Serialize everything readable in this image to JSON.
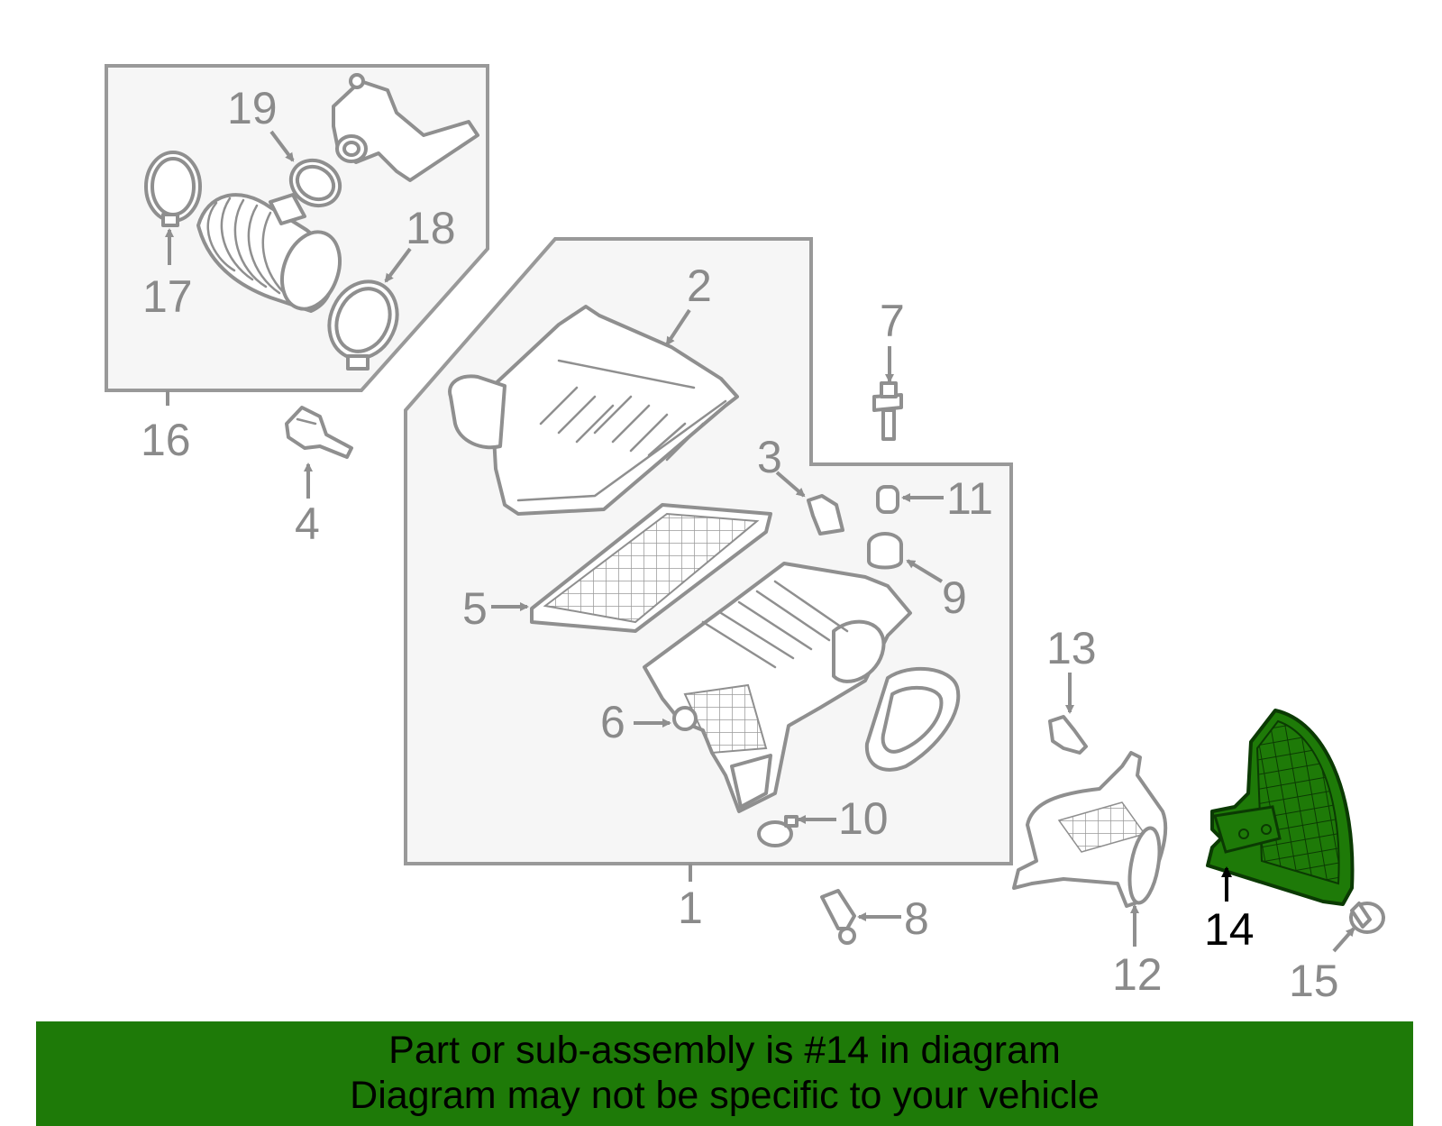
{
  "callouts": {
    "n1": "1",
    "n2": "2",
    "n3": "3",
    "n4": "4",
    "n5": "5",
    "n6": "6",
    "n7": "7",
    "n8": "8",
    "n9": "9",
    "n10": "10",
    "n11": "11",
    "n12": "12",
    "n13": "13",
    "n14": "14",
    "n15": "15",
    "n16": "16",
    "n17": "17",
    "n18": "18",
    "n19": "19"
  },
  "highlight": {
    "part_number": "14",
    "color": "#1e7a08"
  },
  "banner": {
    "line1": "Part or sub-assembly is #14 in diagram",
    "line2": "Diagram may not be specific to your vehicle",
    "background": "#1e7a08"
  }
}
